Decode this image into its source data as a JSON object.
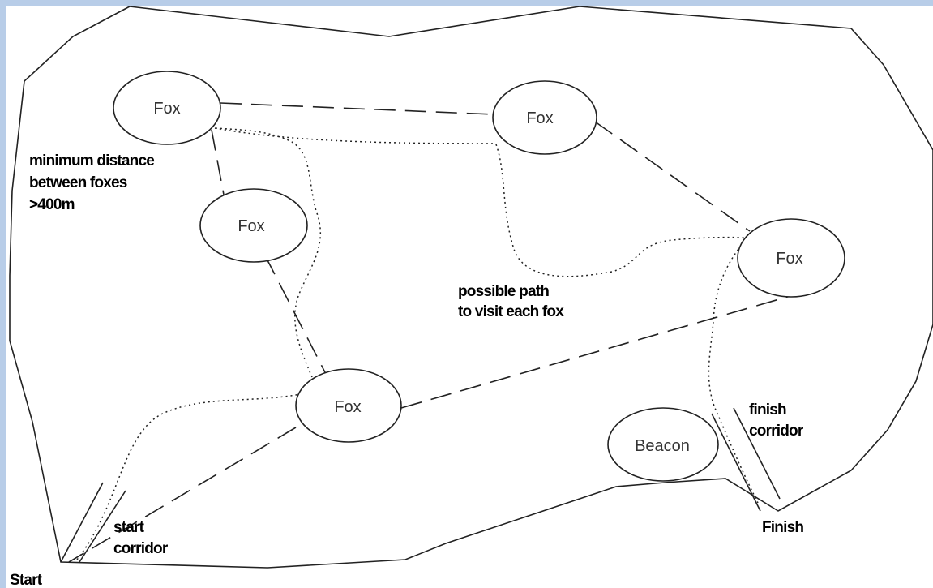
{
  "diagram": {
    "frame_color": "#b8cde8",
    "line_color": "#222222",
    "nodes": [
      {
        "id": "fox-1",
        "label": "Fox"
      },
      {
        "id": "fox-2",
        "label": "Fox"
      },
      {
        "id": "fox-3",
        "label": "Fox"
      },
      {
        "id": "fox-4",
        "label": "Fox"
      },
      {
        "id": "fox-5",
        "label": "Fox"
      },
      {
        "id": "beacon",
        "label": "Beacon"
      }
    ],
    "annotations": {
      "min_distance": [
        "minimum distance",
        "between foxes",
        ">400m"
      ],
      "possible_path": [
        "possible path",
        "to visit each fox"
      ],
      "finish_corridor": [
        "finish",
        "corridor"
      ],
      "start_corridor": [
        "start",
        "corridor"
      ],
      "start": "Start",
      "finish": "Finish"
    },
    "legend_meaning": {
      "dashed": "minimum distance between foxes",
      "dotted": "possible path"
    }
  }
}
